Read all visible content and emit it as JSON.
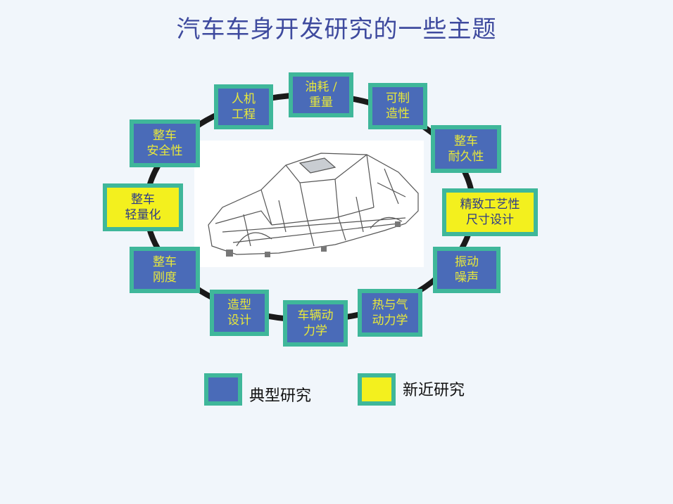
{
  "title": "汽车车身开发研究的一些主题",
  "colors": {
    "typical_fill": "#4a6bb8",
    "typical_text": "#e8e83a",
    "new_fill": "#f3f01e",
    "new_text": "#2c3a88",
    "border": "#3fb79a",
    "ring": "#1a1a1a"
  },
  "topics": [
    {
      "id": "fuel",
      "label": "油耗 /\n重量",
      "kind": "typical"
    },
    {
      "id": "ergo",
      "label": "人机\n工程",
      "kind": "typical"
    },
    {
      "id": "manuf",
      "label": "可制\n造性",
      "kind": "typical"
    },
    {
      "id": "safety",
      "label": "整车\n安全性",
      "kind": "typical"
    },
    {
      "id": "durability",
      "label": "整车\n耐久性",
      "kind": "typical"
    },
    {
      "id": "lightweight",
      "label": "整车\n轻量化",
      "kind": "new"
    },
    {
      "id": "precision",
      "label": "精致工艺性\n尺寸设计",
      "kind": "new"
    },
    {
      "id": "stiffness",
      "label": "整车\n刚度",
      "kind": "typical"
    },
    {
      "id": "nvh",
      "label": "振动\n噪声",
      "kind": "typical"
    },
    {
      "id": "styling",
      "label": "造型\n设计",
      "kind": "typical"
    },
    {
      "id": "dynamics",
      "label": "车辆动\n力学",
      "kind": "typical"
    },
    {
      "id": "thermal",
      "label": "热与气\n动力学",
      "kind": "typical"
    }
  ],
  "legend": {
    "typical": "典型研究",
    "new": "新近研究"
  },
  "image": {
    "subject": "car-body-in-white"
  }
}
